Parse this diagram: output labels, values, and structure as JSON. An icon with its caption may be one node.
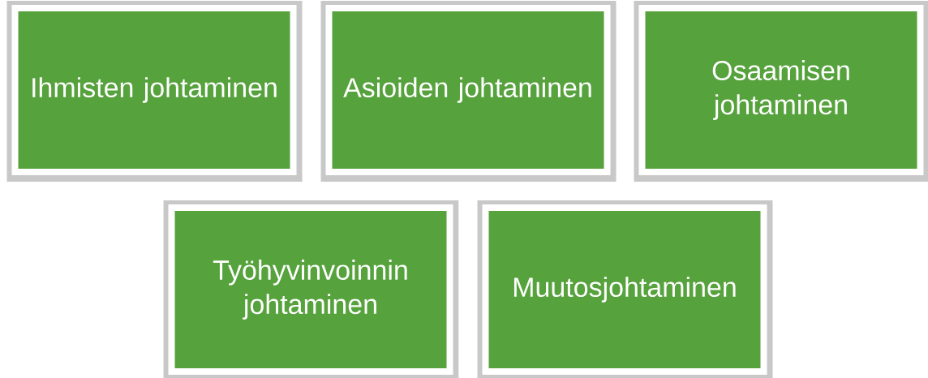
{
  "diagram": {
    "nodes": [
      {
        "text": [
          "Ihmisten johtaminen"
        ]
      },
      {
        "text": [
          "Asioiden johtaminen"
        ]
      },
      {
        "text": [
          "Osaamisen johtaminen"
        ]
      },
      {
        "text": [
          "Työhyvinvoinnin johtaminen"
        ]
      },
      {
        "text": [
          "Muutosjohtaminen"
        ]
      }
    ]
  }
}
